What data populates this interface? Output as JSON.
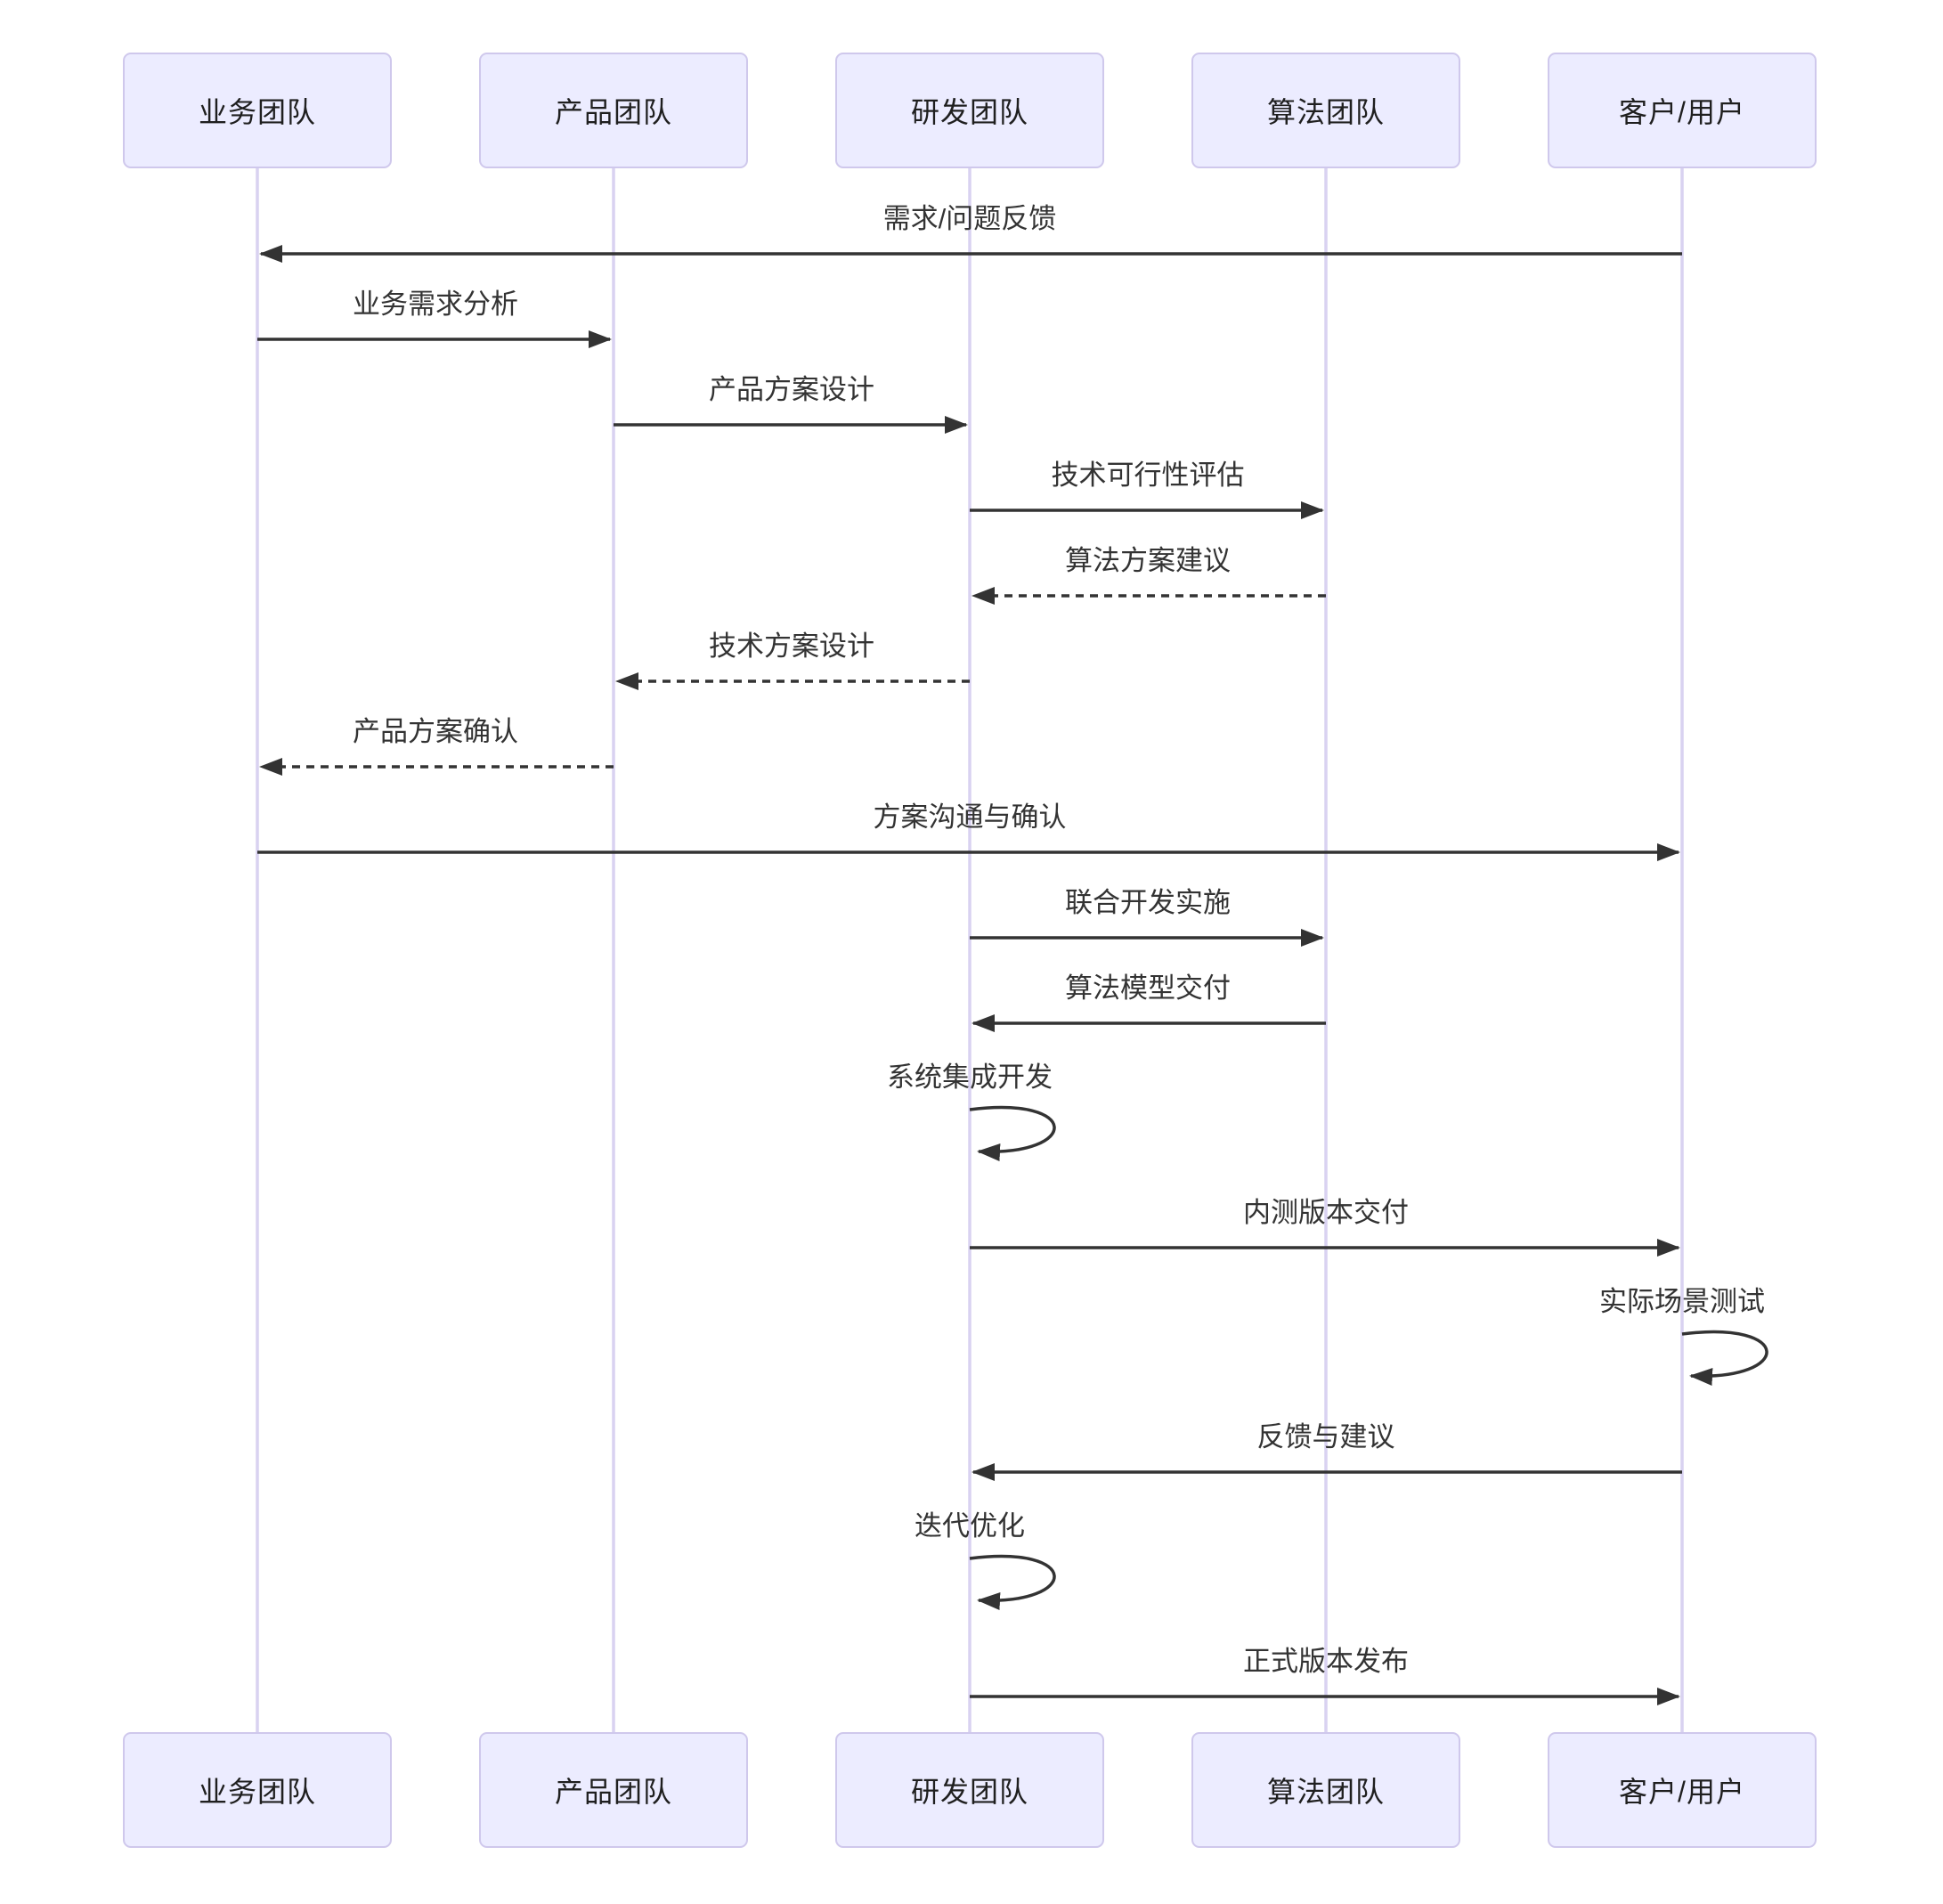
{
  "diagram": {
    "type": "sequence-diagram",
    "background": "#ffffff",
    "actor_fill": "#ECECFF",
    "actor_border": "#CFC8EC",
    "lifeline_color": "#D9D2F1",
    "line_color": "#333333",
    "text_color": "#1f1f1f"
  },
  "actors": [
    {
      "label": "业务团队"
    },
    {
      "label": "产品团队"
    },
    {
      "label": "研发团队"
    },
    {
      "label": "算法团队"
    },
    {
      "label": "客户/用户"
    }
  ],
  "messages": [
    {
      "label": "需求/问题反馈",
      "from": "客户/用户",
      "to": "业务团队",
      "style": "solid"
    },
    {
      "label": "业务需求分析",
      "from": "业务团队",
      "to": "产品团队",
      "style": "solid"
    },
    {
      "label": "产品方案设计",
      "from": "产品团队",
      "to": "研发团队",
      "style": "solid"
    },
    {
      "label": "技术可行性评估",
      "from": "研发团队",
      "to": "算法团队",
      "style": "solid"
    },
    {
      "label": "算法方案建议",
      "from": "算法团队",
      "to": "研发团队",
      "style": "dashed"
    },
    {
      "label": "技术方案设计",
      "from": "研发团队",
      "to": "产品团队",
      "style": "dashed"
    },
    {
      "label": "产品方案确认",
      "from": "产品团队",
      "to": "业务团队",
      "style": "dashed"
    },
    {
      "label": "方案沟通与确认",
      "from": "业务团队",
      "to": "客户/用户",
      "style": "solid"
    },
    {
      "label": "联合开发实施",
      "from": "研发团队",
      "to": "算法团队",
      "style": "solid"
    },
    {
      "label": "算法模型交付",
      "from": "算法团队",
      "to": "研发团队",
      "style": "solid"
    },
    {
      "label": "系统集成开发",
      "from": "研发团队",
      "to": "研发团队",
      "style": "self-loop"
    },
    {
      "label": "内测版本交付",
      "from": "研发团队",
      "to": "客户/用户",
      "style": "solid"
    },
    {
      "label": "实际场景测试",
      "from": "客户/用户",
      "to": "客户/用户",
      "style": "self-loop"
    },
    {
      "label": "反馈与建议",
      "from": "客户/用户",
      "to": "研发团队",
      "style": "solid"
    },
    {
      "label": "迭代优化",
      "from": "研发团队",
      "to": "研发团队",
      "style": "self-loop"
    },
    {
      "label": "正式版本发布",
      "from": "研发团队",
      "to": "客户/用户",
      "style": "solid"
    }
  ]
}
